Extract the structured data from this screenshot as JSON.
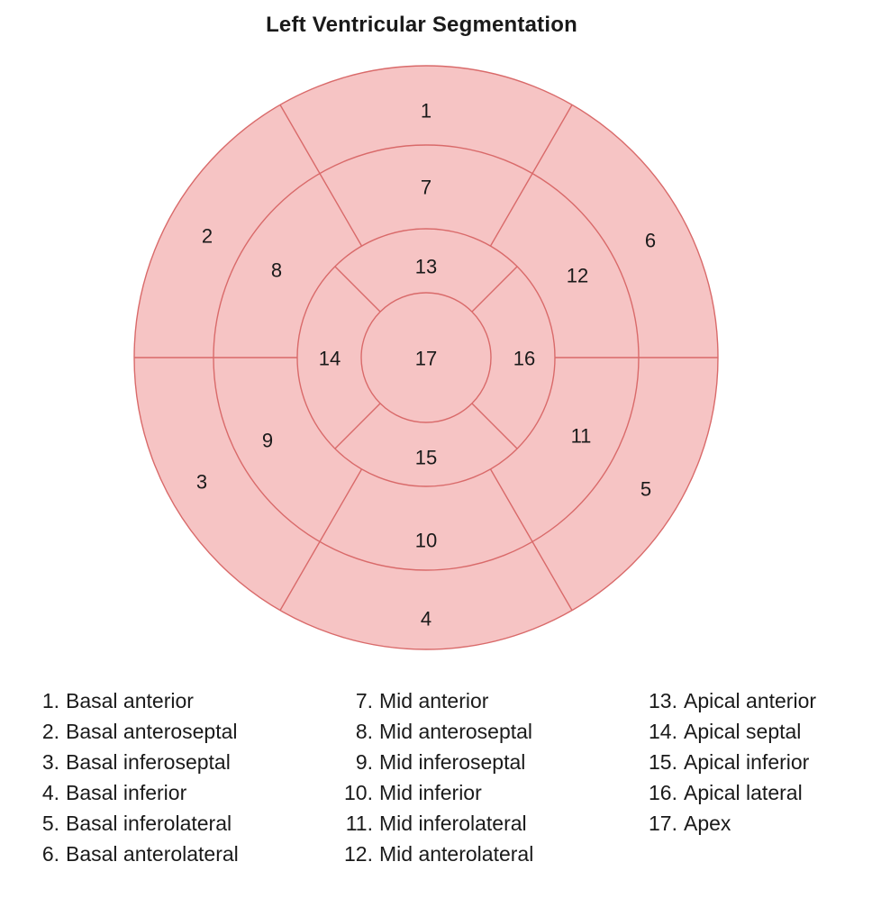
{
  "title": "Left Ventricular Segmentation",
  "colors": {
    "segment_fill": "#f6c4c4",
    "segment_line": "#d96a6a"
  },
  "segments": [
    {
      "id": 1,
      "label": "1",
      "name": "Basal anterior"
    },
    {
      "id": 2,
      "label": "2",
      "name": "Basal anteroseptal"
    },
    {
      "id": 3,
      "label": "3",
      "name": "Basal inferoseptal"
    },
    {
      "id": 4,
      "label": "4",
      "name": "Basal inferior"
    },
    {
      "id": 5,
      "label": "5",
      "name": "Basal inferolateral"
    },
    {
      "id": 6,
      "label": "6",
      "name": "Basal anterolateral"
    },
    {
      "id": 7,
      "label": "7",
      "name": "Mid anterior"
    },
    {
      "id": 8,
      "label": "8",
      "name": "Mid anteroseptal"
    },
    {
      "id": 9,
      "label": "9",
      "name": "Mid inferoseptal"
    },
    {
      "id": 10,
      "label": "10",
      "name": "Mid inferior"
    },
    {
      "id": 11,
      "label": "11",
      "name": "Mid inferolateral"
    },
    {
      "id": 12,
      "label": "12",
      "name": "Mid anterolateral"
    },
    {
      "id": 13,
      "label": "13",
      "name": "Apical anterior"
    },
    {
      "id": 14,
      "label": "14",
      "name": "Apical septal"
    },
    {
      "id": 15,
      "label": "15",
      "name": "Apical inferior"
    },
    {
      "id": 16,
      "label": "16",
      "name": "Apical lateral"
    },
    {
      "id": 17,
      "label": "17",
      "name": "Apex"
    }
  ],
  "legend": {
    "columns": [
      [
        {
          "num": "1.",
          "text": "Basal anterior"
        },
        {
          "num": "2.",
          "text": "Basal anteroseptal"
        },
        {
          "num": "3.",
          "text": "Basal inferoseptal"
        },
        {
          "num": "4.",
          "text": "Basal inferior"
        },
        {
          "num": "5.",
          "text": "Basal inferolateral"
        },
        {
          "num": "6.",
          "text": "Basal anterolateral"
        }
      ],
      [
        {
          "num": "7.",
          "text": "Mid anterior"
        },
        {
          "num": "8.",
          "text": "Mid anteroseptal"
        },
        {
          "num": "9.",
          "text": "Mid inferoseptal"
        },
        {
          "num": "10.",
          "text": "Mid inferior"
        },
        {
          "num": "11.",
          "text": "Mid inferolateral"
        },
        {
          "num": "12.",
          "text": "Mid anterolateral"
        }
      ],
      [
        {
          "num": "13.",
          "text": "Apical anterior"
        },
        {
          "num": "14.",
          "text": "Apical septal"
        },
        {
          "num": "15.",
          "text": "Apical inferior"
        },
        {
          "num": "16.",
          "text": "Apical lateral"
        },
        {
          "num": "17.",
          "text": "Apex"
        }
      ]
    ]
  }
}
